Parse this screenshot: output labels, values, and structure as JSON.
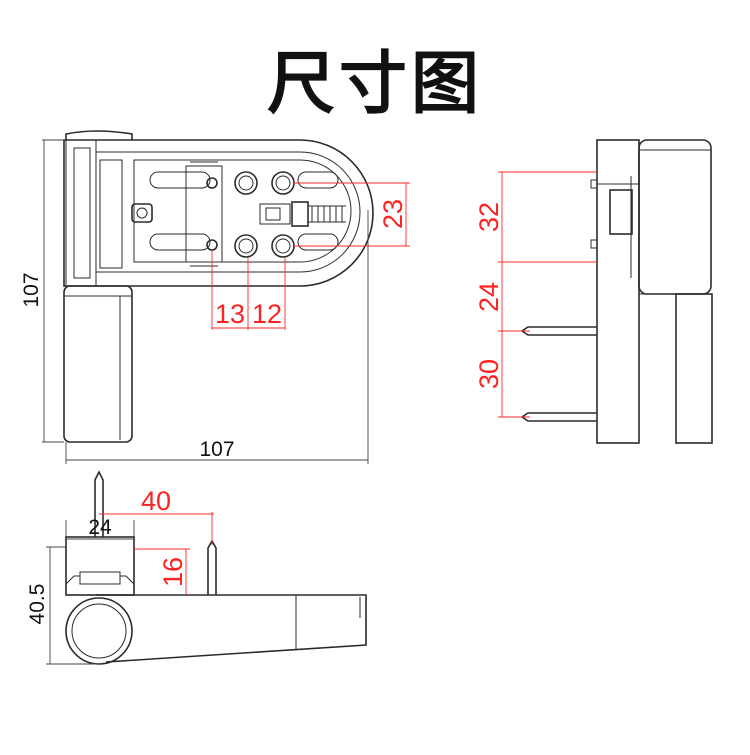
{
  "title": "尺寸图",
  "colors": {
    "outline": "#2b2b2b",
    "dimension_black": "#111111",
    "dimension_red": "#ff2222"
  },
  "front_view": {
    "height_label": "107",
    "width_label": "107",
    "slot_height_label": "23",
    "hole_spacing_a_label": "13",
    "hole_spacing_b_label": "12"
  },
  "side_view": {
    "upper_spacing_label": "32",
    "middle_spacing_label": "24",
    "pin_spacing_label": "30"
  },
  "top_view": {
    "pin_offset_label": "40",
    "body_width_label": "24",
    "step_height_label": "16",
    "depth_label": "40.5"
  }
}
